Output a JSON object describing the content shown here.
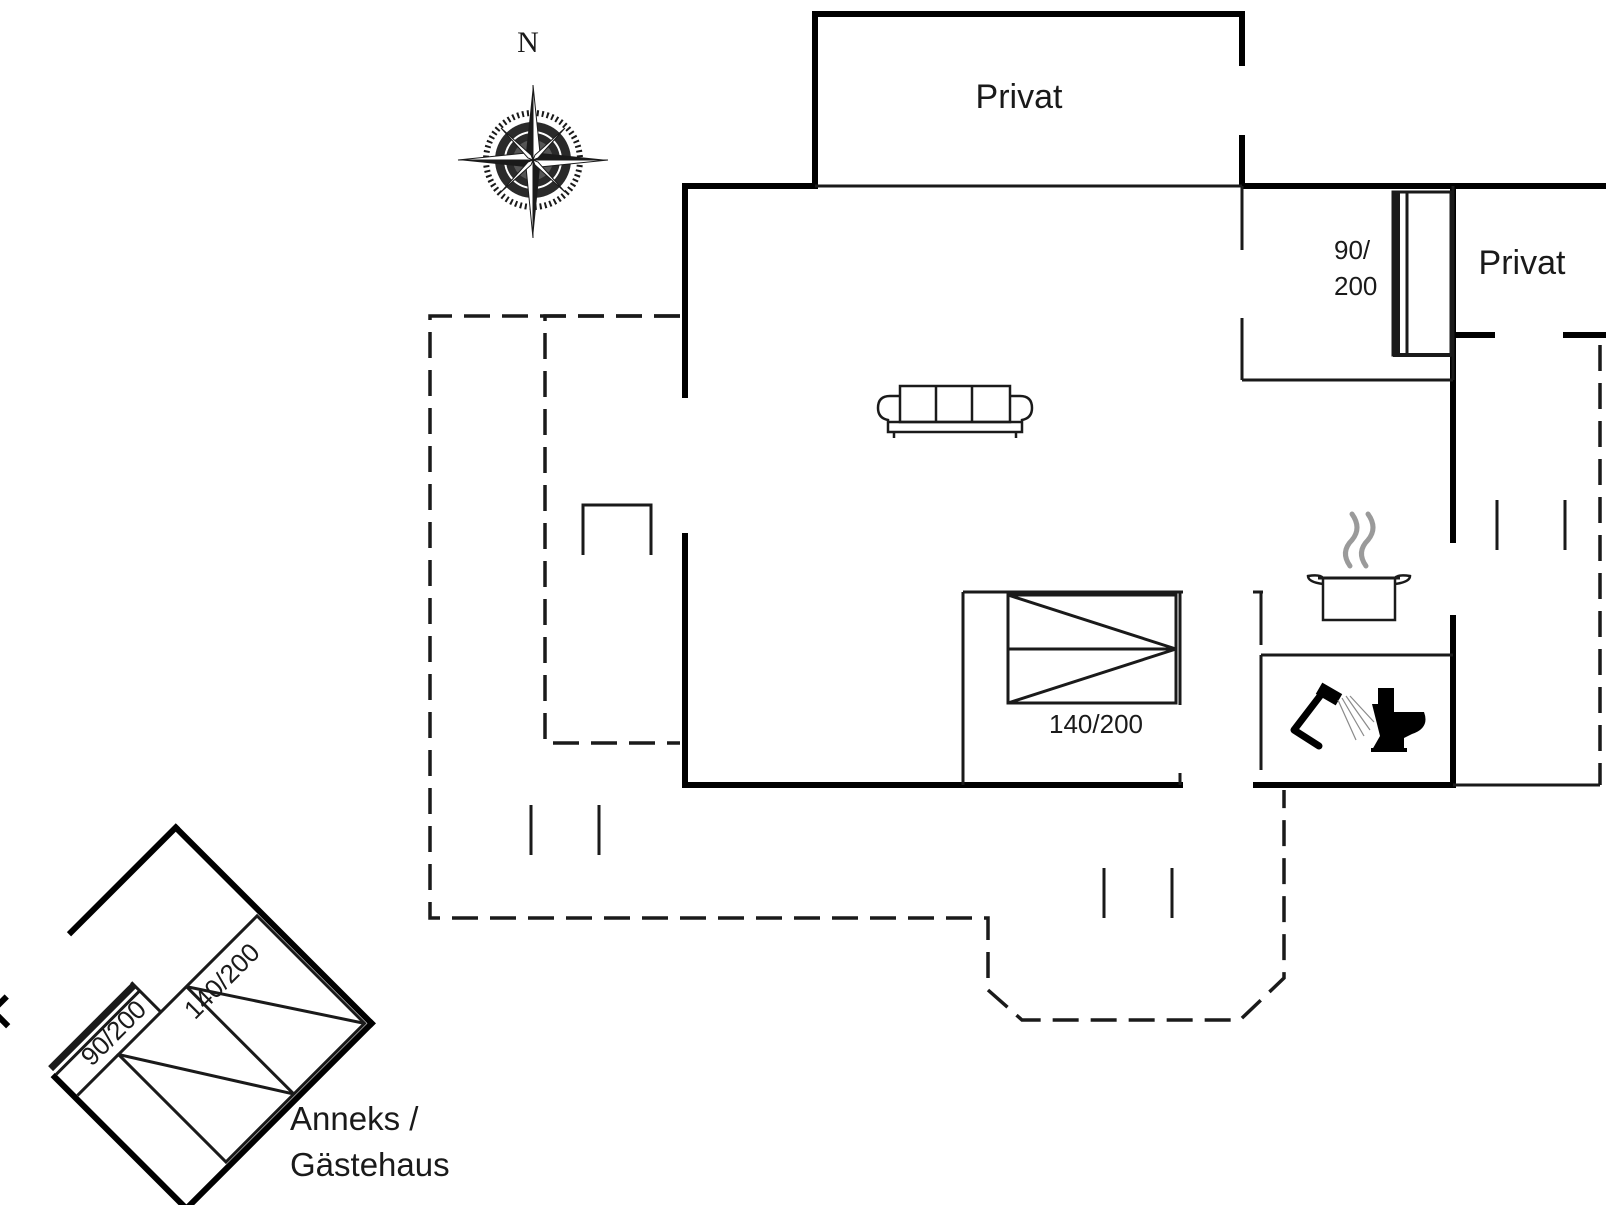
{
  "compass": {
    "north_label": "N",
    "icon": "compass-rose-icon"
  },
  "rooms": {
    "top_private_label": "Privat",
    "right_private_label": "Privat",
    "single_bed_label_line1": "90/",
    "single_bed_label_line2": "200",
    "double_bed_label": "140/200"
  },
  "annex": {
    "title_line1": "Anneks /",
    "title_line2": "Gästehaus",
    "single_bed_label": "90/200",
    "double_bed_label": "140/200"
  },
  "icons": {
    "sofa": "sofa-icon",
    "cooking_pot": "cooking-pot-icon",
    "shower": "shower-icon",
    "toilet": "toilet-icon"
  },
  "colors": {
    "wall": "#000000",
    "line": "#1a1a1a",
    "background": "#ffffff"
  }
}
